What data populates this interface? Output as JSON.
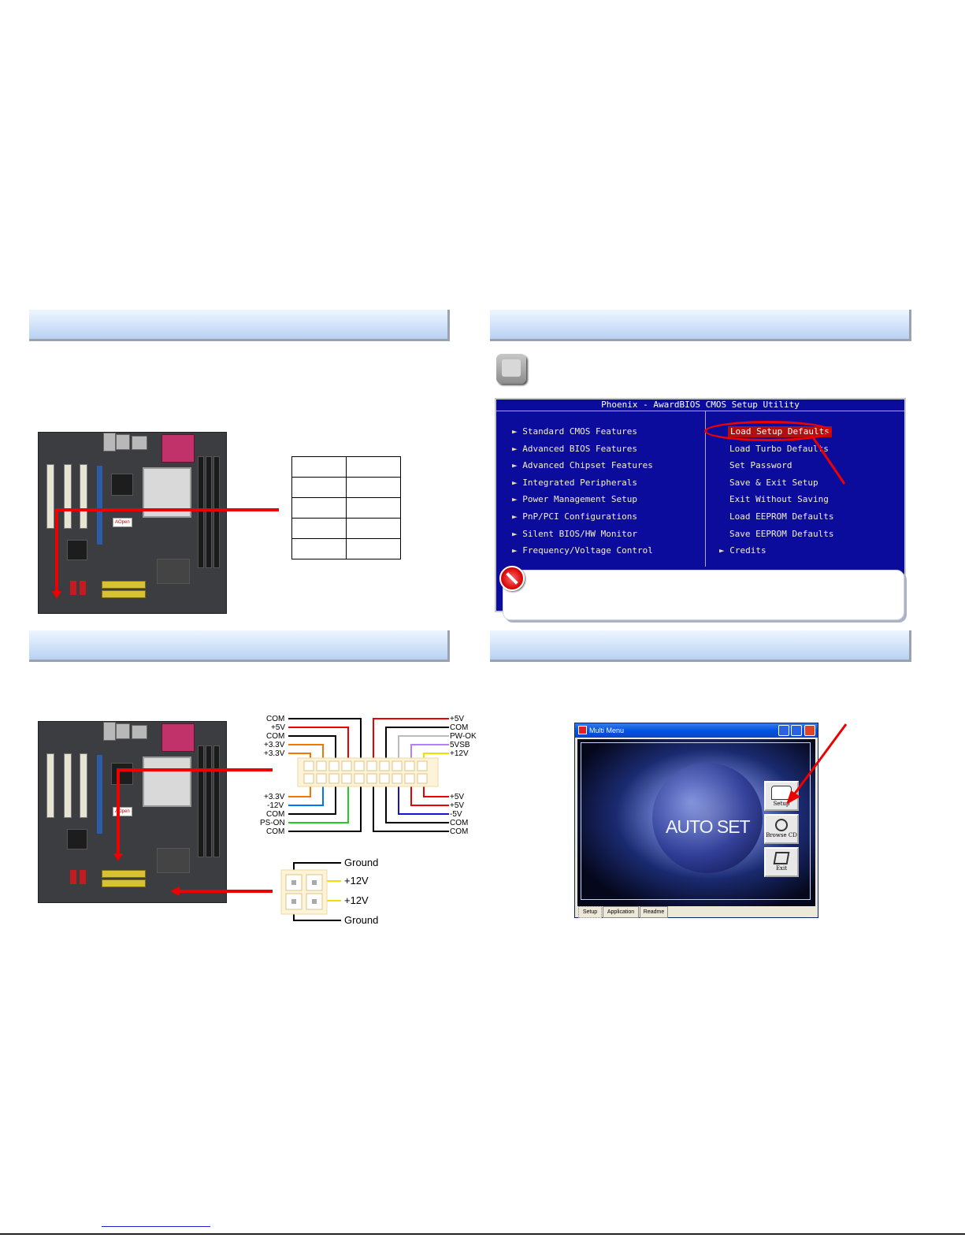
{
  "bios": {
    "title": "Phoenix - AwardBIOS CMOS Setup Utility",
    "left_menu": [
      "Standard CMOS Features",
      "Advanced BIOS Features",
      "Advanced Chipset Features",
      "Integrated Peripherals",
      "Power Management Setup",
      "PnP/PCI Configurations",
      "Silent BIOS/HW Monitor",
      "Frequency/Voltage Control"
    ],
    "right_menu": [
      "Load Setup Defaults",
      "Load Turbo Defaults",
      "Set Password",
      "Save & Exit Setup",
      "Exit Without Saving",
      "Load EEPROM Defaults",
      "Save EEPROM Defaults",
      "Credits"
    ]
  },
  "atx_connector": {
    "left_top": [
      "COM",
      "+5V",
      "COM",
      "+3.3V",
      "+3.3V"
    ],
    "left_bottom": [
      "+3.3V",
      "-12V",
      "COM",
      "PS-ON",
      "COM"
    ],
    "right_top": [
      "+5V",
      "COM",
      "PW-OK",
      "5VSB",
      "+12V"
    ],
    "right_bottom": [
      "+5V",
      "+5V",
      "-5V",
      "COM",
      "COM"
    ]
  },
  "atx12v_connector": {
    "labels": [
      "Ground",
      "+12V",
      "+12V",
      "Ground"
    ]
  },
  "multi_menu": {
    "window_title": "Multi Menu",
    "splash_text": "AUTO SET",
    "side_buttons": [
      "Setup",
      "Browse CD",
      "Exit"
    ],
    "tabs": [
      "Setup",
      "Application",
      "Readme"
    ]
  },
  "board_label": "AOpen",
  "colors": {
    "header_gradient": "#c9dcf6",
    "bios_bg": "#0c0c9c",
    "highlight_red": "#e00000"
  }
}
